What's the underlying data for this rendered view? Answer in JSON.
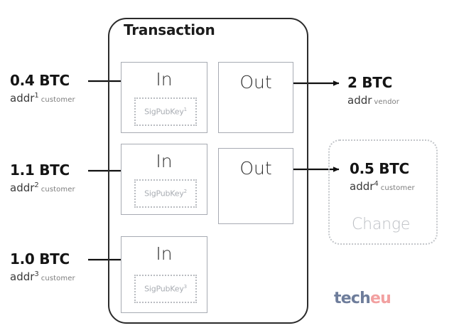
{
  "diagram": {
    "title": "Transaction",
    "inputs": [
      {
        "amount": "0.4 BTC",
        "addr_base": "addr",
        "addr_index": "1",
        "owner": "customer",
        "box_label": "In",
        "sig_label": "SigPubKey",
        "sig_index": "1"
      },
      {
        "amount": "1.1 BTC",
        "addr_base": "addr",
        "addr_index": "2",
        "owner": "customer",
        "box_label": "In",
        "sig_label": "SigPubKey",
        "sig_index": "2"
      },
      {
        "amount": "1.0 BTC",
        "addr_base": "addr",
        "addr_index": "3",
        "owner": "customer",
        "box_label": "In",
        "sig_label": "SigPubKey",
        "sig_index": "3"
      }
    ],
    "outputs": [
      {
        "box_label": "Out",
        "amount": "2 BTC",
        "addr_base": "addr",
        "addr_index": "",
        "owner": "vendor",
        "note": ""
      },
      {
        "box_label": "Out",
        "amount": "0.5 BTC",
        "addr_base": "addr",
        "addr_index": "4",
        "owner": "customer",
        "note": "Change"
      }
    ],
    "logo": {
      "part_a": "tech",
      "part_b": "eu"
    },
    "colors": {
      "container_border": "#2b2b2b",
      "io_border": "#a7abb3",
      "sig_gray": "#a9adb3",
      "change_gray": "#bcbfc4",
      "logo_blue": "#6e7d9b",
      "logo_red": "#f2a0a0"
    }
  }
}
